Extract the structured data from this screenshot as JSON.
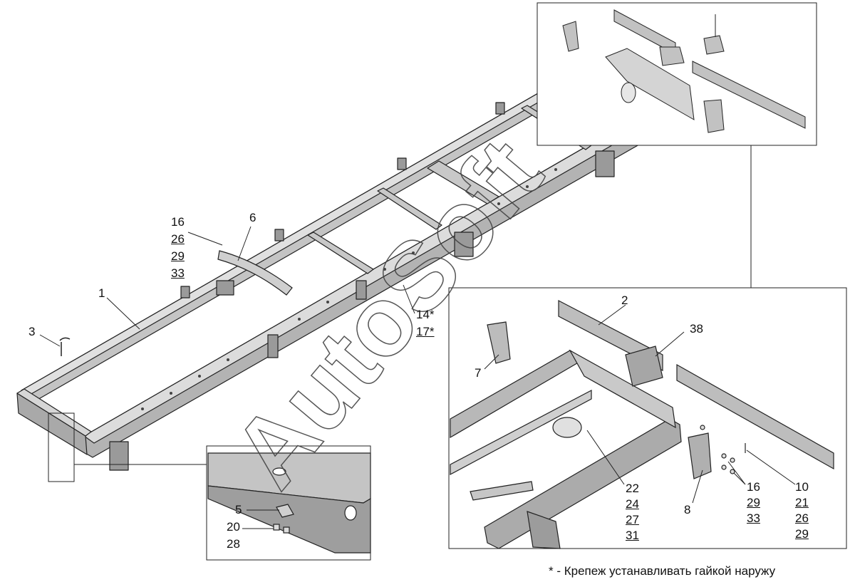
{
  "labels": {
    "l1": "1",
    "l2": "2",
    "l3": "3",
    "l5": "5",
    "l6": "6",
    "l7": "7",
    "l8": "8",
    "l16a": "16",
    "l26a": "26",
    "l29a": "29",
    "l33a": "33",
    "l14": "14*",
    "l17": "17*",
    "l20": "20",
    "l28": "28",
    "l38": "38",
    "l22": "22",
    "l24": "24",
    "l27": "27",
    "l31": "31",
    "l16b": "16",
    "l29b": "29",
    "l33b": "33",
    "l10": "10",
    "l21": "21",
    "l26b": "26",
    "l29c": "29"
  },
  "watermark": "AutoSoft",
  "footnote": "* - Крепеж устанавливать гайкой наружу",
  "colors": {
    "line": "#222222",
    "metal": "#b9b9b9",
    "metal_dark": "#7a7a7a",
    "metal_light": "#dedede"
  }
}
